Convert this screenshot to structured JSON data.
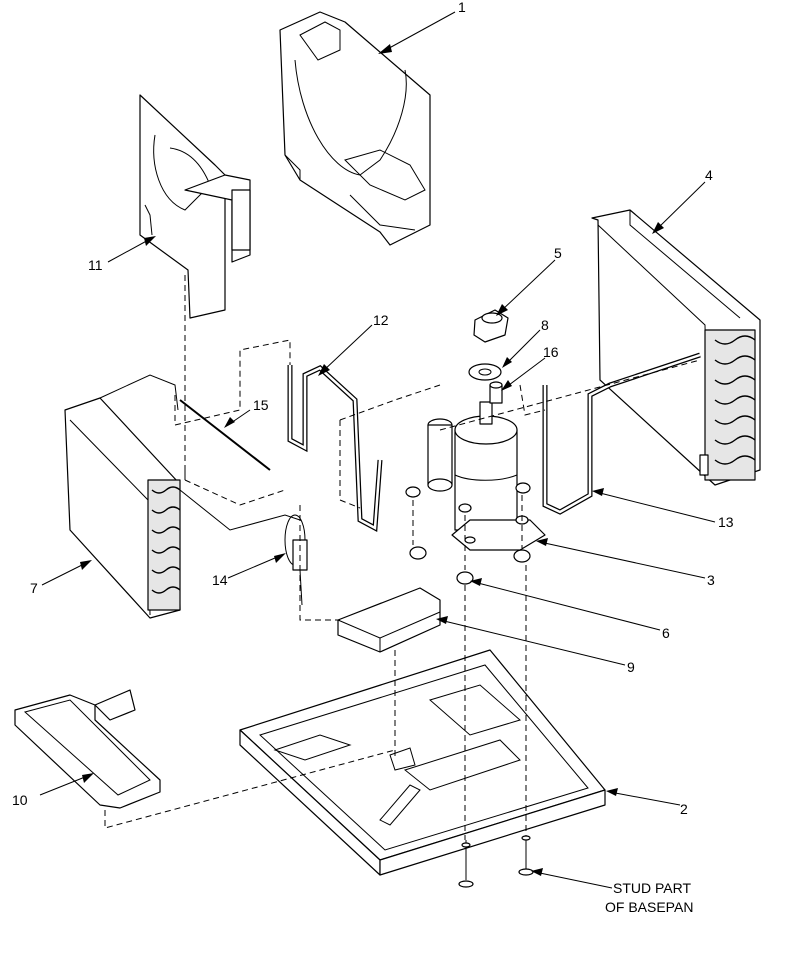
{
  "callouts": {
    "c1": "1",
    "c2": "2",
    "c3": "3",
    "c4": "4",
    "c5": "5",
    "c6": "6",
    "c7": "7",
    "c8": "8",
    "c9": "9",
    "c10": "10",
    "c11": "11",
    "c12": "12",
    "c13": "13",
    "c14": "14",
    "c15": "15",
    "c16": "16"
  },
  "note": {
    "line1": "STUD PART",
    "line2": "OF BASEPAN"
  }
}
